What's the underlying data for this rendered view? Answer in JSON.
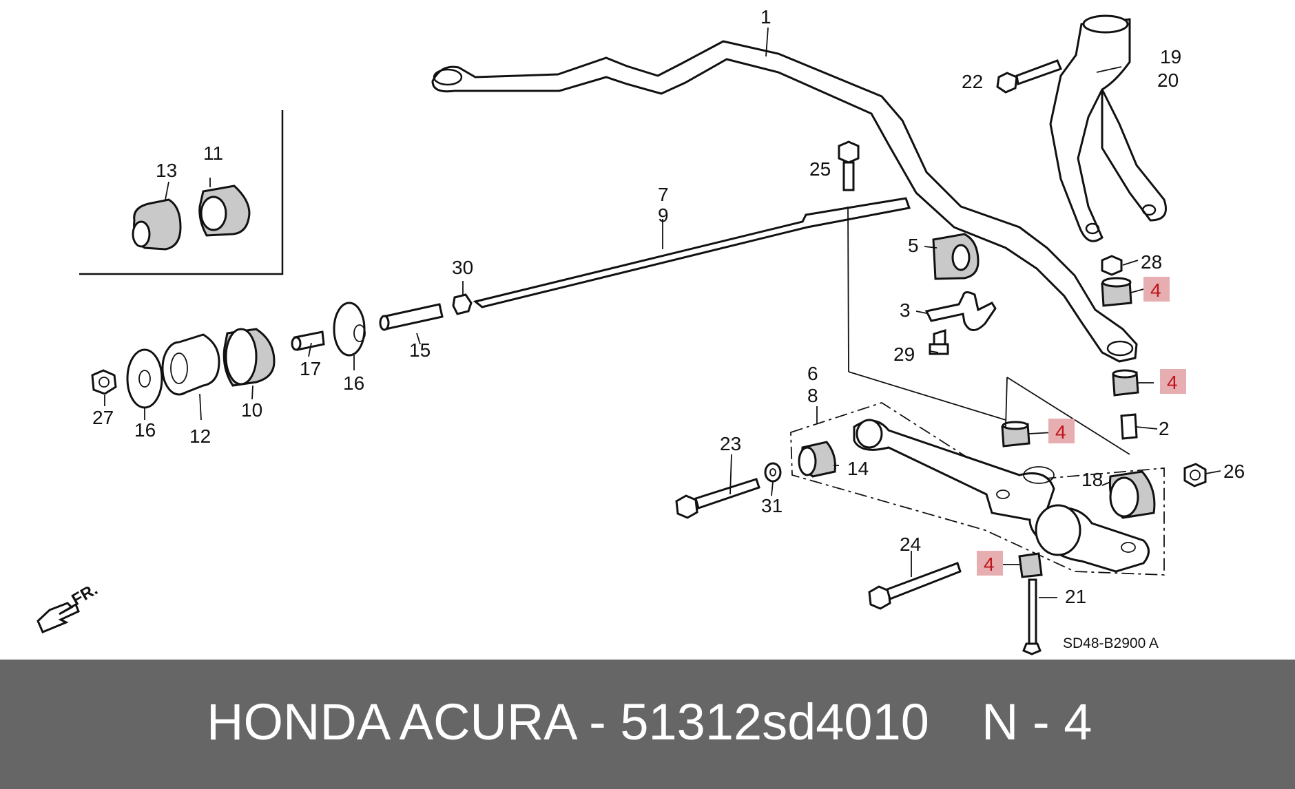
{
  "diagram": {
    "drawing_code": "SD48-B2900 A",
    "direction_label": "FR.",
    "callouts": [
      {
        "id": "c1",
        "text": "1"
      },
      {
        "id": "c2",
        "text": "2"
      },
      {
        "id": "c3",
        "text": "3"
      },
      {
        "id": "c4a",
        "text": "4",
        "highlighted": true
      },
      {
        "id": "c4b",
        "text": "4",
        "highlighted": true
      },
      {
        "id": "c4c",
        "text": "4",
        "highlighted": true
      },
      {
        "id": "c4d",
        "text": "4",
        "highlighted": true
      },
      {
        "id": "c5",
        "text": "5"
      },
      {
        "id": "c6",
        "text": "6"
      },
      {
        "id": "c7",
        "text": "7"
      },
      {
        "id": "c8",
        "text": "8"
      },
      {
        "id": "c9",
        "text": "9"
      },
      {
        "id": "c10",
        "text": "10"
      },
      {
        "id": "c11",
        "text": "11"
      },
      {
        "id": "c12",
        "text": "12"
      },
      {
        "id": "c13",
        "text": "13"
      },
      {
        "id": "c14",
        "text": "14"
      },
      {
        "id": "c15",
        "text": "15"
      },
      {
        "id": "c16a",
        "text": "16"
      },
      {
        "id": "c16b",
        "text": "16"
      },
      {
        "id": "c17",
        "text": "17"
      },
      {
        "id": "c18",
        "text": "18"
      },
      {
        "id": "c19",
        "text": "19"
      },
      {
        "id": "c20",
        "text": "20"
      },
      {
        "id": "c21",
        "text": "21"
      },
      {
        "id": "c22",
        "text": "22"
      },
      {
        "id": "c23",
        "text": "23"
      },
      {
        "id": "c24",
        "text": "24"
      },
      {
        "id": "c25",
        "text": "25"
      },
      {
        "id": "c26",
        "text": "26"
      },
      {
        "id": "c27",
        "text": "27"
      },
      {
        "id": "c28",
        "text": "28"
      },
      {
        "id": "c29",
        "text": "29"
      },
      {
        "id": "c30",
        "text": "30"
      },
      {
        "id": "c31",
        "text": "31"
      }
    ],
    "colors": {
      "highlight_fill": "#e6aeb0",
      "highlight_text": "#c0141b",
      "banner_bg": "#666666",
      "banner_text": "#ffffff"
    }
  },
  "banner": {
    "title": "HONDA ACURA - 51312sd4010",
    "part_ref": "N - 4"
  }
}
